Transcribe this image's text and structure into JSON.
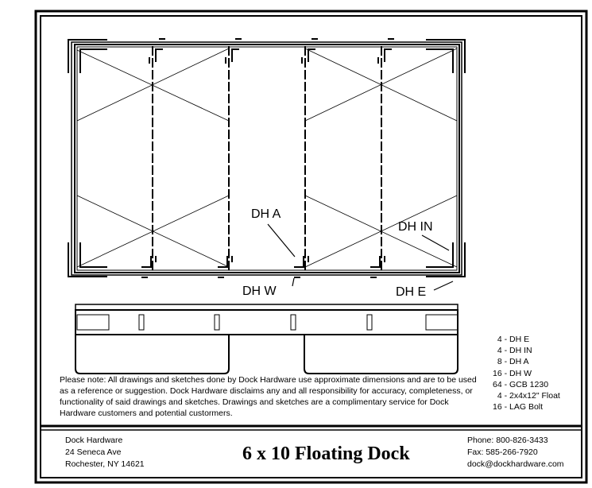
{
  "drawing": {
    "callouts": {
      "dh_a": "DH A",
      "dh_in": "DH IN",
      "dh_w": "DH W",
      "dh_e": "DH E"
    }
  },
  "parts_list": [
    "  4 - DH E",
    "  4 - DH IN",
    "  8 - DH A",
    "16 - DH W",
    "64 - GCB 1230",
    "  4 - 2x4x12\" Float",
    "16 - LAG Bolt"
  ],
  "disclaimer": "Please note: All drawings and sketches done by Dock Hardware use approximate dimensions and are to be used as a reference or suggestion. Dock Hardware disclaims any and all responsibility for accuracy, completeness, or functionality of said drawings and sketches. Drawings and sketches are a complimentary service for Dock Hardware customers and potential custormers.",
  "title_block": {
    "company": "Dock Hardware",
    "street": "24 Seneca Ave",
    "city": "Rochester, NY 14621",
    "title": "6 x 10 Floating Dock",
    "phone": "Phone: 800-826-3433",
    "fax": "Fax: 585-266-7920",
    "email": "dock@dockhardware.com"
  }
}
